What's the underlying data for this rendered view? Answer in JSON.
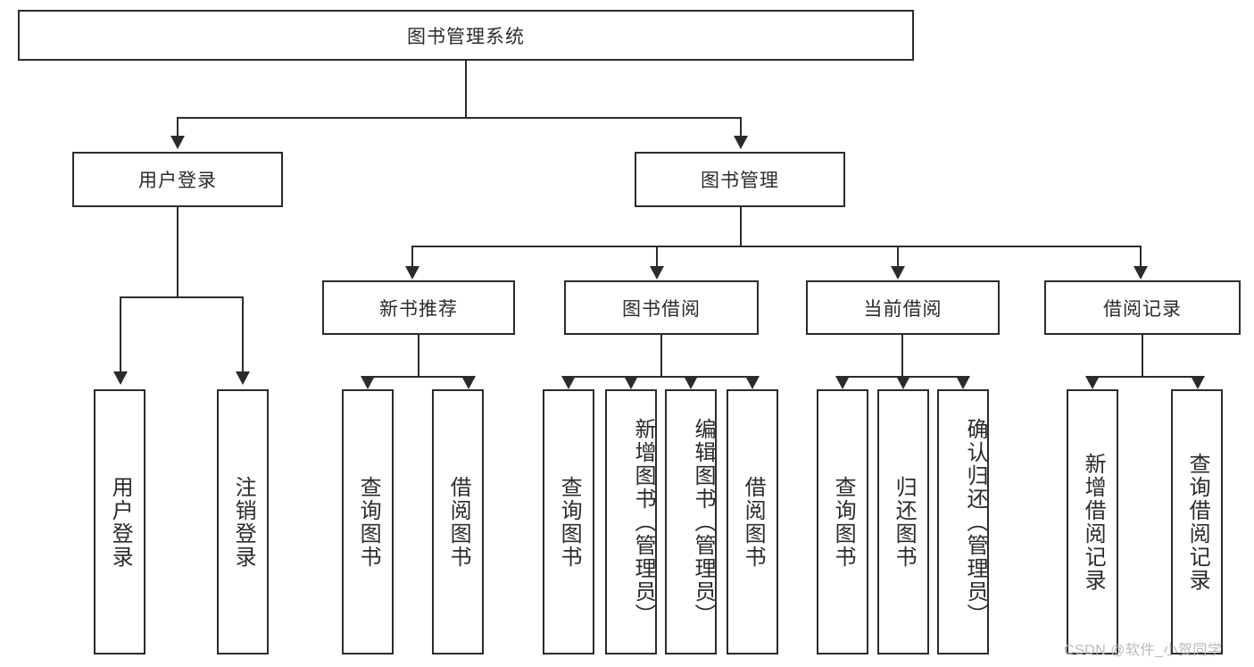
{
  "diagram": {
    "type": "tree-hierarchy",
    "title": "图书管理系统",
    "root": {
      "label": "图书管理系统"
    },
    "level2": [
      {
        "label": "用户登录"
      },
      {
        "label": "图书管理"
      }
    ],
    "level3": [
      {
        "label": "新书推荐"
      },
      {
        "label": "图书借阅"
      },
      {
        "label": "当前借阅"
      },
      {
        "label": "借阅记录"
      }
    ],
    "leaves": {
      "user_login": [
        {
          "label": "用户登录"
        },
        {
          "label": "注销登录"
        }
      ],
      "new_book_recommend": [
        {
          "label": "查询图书"
        },
        {
          "label": "借阅图书"
        }
      ],
      "book_borrow": [
        {
          "label": "查询图书"
        },
        {
          "label": "新增图书（管理员）"
        },
        {
          "label": "编辑图书（管理员）"
        },
        {
          "label": "借阅图书"
        }
      ],
      "current_borrow": [
        {
          "label": "查询图书"
        },
        {
          "label": "归还图书"
        },
        {
          "label": "确认归还（管理员）"
        }
      ],
      "borrow_record": [
        {
          "label": "新增借阅记录"
        },
        {
          "label": "查询借阅记录"
        }
      ]
    }
  },
  "watermark": {
    "text": "CSDN @软件_小贺同学"
  },
  "colors": {
    "stroke": "#2b2b2b",
    "fill": "#ffffff",
    "text": "#2b2b2b",
    "watermark": "#b9b9b9"
  }
}
